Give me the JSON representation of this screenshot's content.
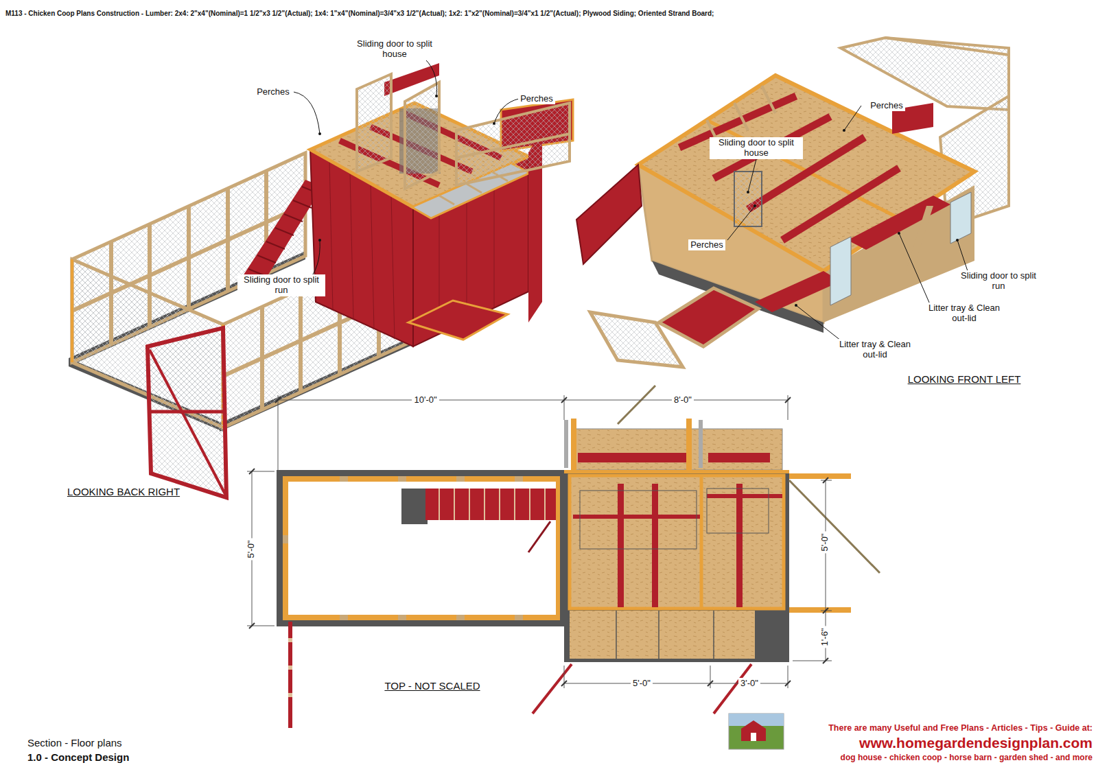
{
  "diagram": {
    "title": "M113 - Chicken Coop Plans Construction - Lumber: 2x4: 2\"x4\"(Nominal)=1 1/2\"x3 1/2\"(Actual); 1x4: 1\"x4\"(Nominal)=3/4\"x3 1/2\"(Actual); 1x2: 1\"x2\"(Nominal)=3/4\"x1 1/2\"(Actual); Plywood Siding; Oriented Strand Board;",
    "labels": [
      "Sliding door to split house",
      "Perches",
      "Perches",
      "Sliding door to split run",
      "LOOKING BACK RIGHT",
      "Perches",
      "Sliding door to split house",
      "Perches",
      "Sliding door to split run",
      "Litter tray & Clean out-lid",
      "Litter tray & Clean out-lid",
      "LOOKING FRONT LEFT",
      "10'-0\"",
      "8'-0\"",
      "5'-0\"",
      "5'-0\"",
      "1'-6\"",
      "5'-0\"",
      "3'-0\"",
      "TOP - NOT SCALED",
      "Section - Floor plans",
      "1.0 - Concept Design",
      "There are many Useful and Free Plans - Articles - Tips - Guide at:",
      "www.homegardendesignplan.com",
      "dog house - chicken coop - horse barn - garden shed - and more"
    ]
  }
}
